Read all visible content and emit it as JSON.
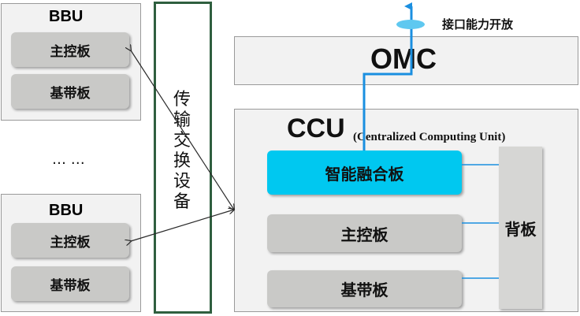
{
  "bbu_top": {
    "title": "BBU",
    "board1": "主控板",
    "board2": "基带板"
  },
  "ellipsis": "… …",
  "bbu_bottom": {
    "title": "BBU",
    "board1": "主控板",
    "board2": "基带板"
  },
  "transport": {
    "chars": [
      "传",
      "输",
      "交",
      "换",
      "设",
      "备"
    ]
  },
  "omc": {
    "title": "OMC"
  },
  "open_interface": "接口能力开放",
  "ccu": {
    "title": "CCU",
    "subtitle": "(Centralized Computing Unit)",
    "smart_board": "智能融合板",
    "main_board": "主控板",
    "baseband_board": "基带板",
    "backplane": "背板"
  },
  "colors": {
    "smart_board": "#00c8f0",
    "uplink": "#1a8fe0",
    "backplane_link": "#1a8fe0",
    "transport_border": "#2f5f3f"
  }
}
